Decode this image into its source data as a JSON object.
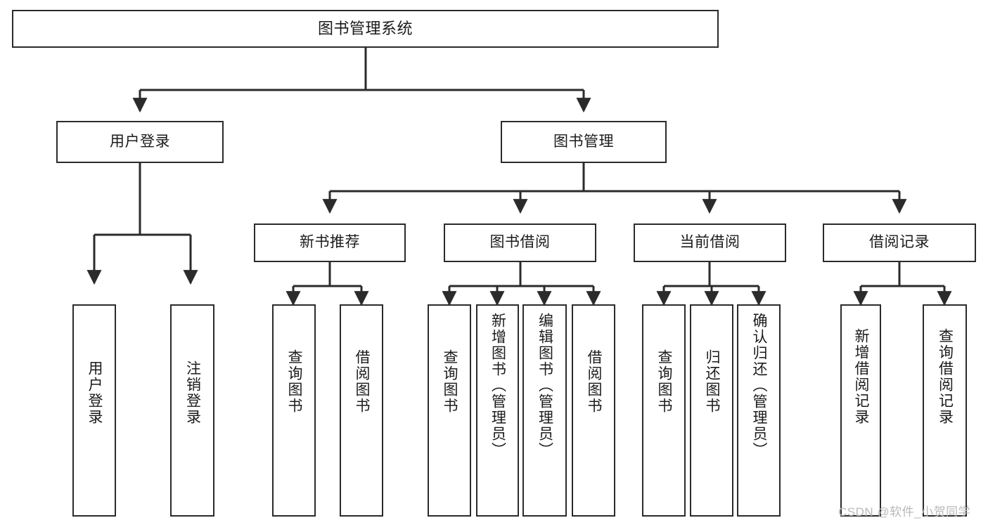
{
  "diagram": {
    "title": "图书管理系统",
    "watermark": "CSDN @软件_小贺同学",
    "line_color": "#2b2b2b",
    "box_fill": "#ffffff",
    "text_color": "#1b1b1b",
    "levels": {
      "root": {
        "label": "图书管理系统"
      },
      "level1": [
        {
          "label": "用户登录"
        },
        {
          "label": "图书管理"
        }
      ],
      "level2": [
        {
          "label": "新书推荐"
        },
        {
          "label": "图书借阅"
        },
        {
          "label": "当前借阅"
        },
        {
          "label": "借阅记录"
        }
      ],
      "leaves": {
        "user_login": [
          {
            "label": "用户登录"
          },
          {
            "label": "注销登录"
          }
        ],
        "new_book_recommend": [
          {
            "label": "查询图书"
          },
          {
            "label": "借阅图书"
          }
        ],
        "book_borrow": [
          {
            "label": "查询图书"
          },
          {
            "label": "新增图书（管理员）"
          },
          {
            "label": "编辑图书（管理员）"
          },
          {
            "label": "借阅图书"
          }
        ],
        "current_borrow": [
          {
            "label": "查询图书"
          },
          {
            "label": "归还图书"
          },
          {
            "label": "确认归还（管理员）"
          }
        ],
        "borrow_record": [
          {
            "label": "新增借阅记录"
          },
          {
            "label": "查询借阅记录"
          }
        ]
      }
    }
  }
}
